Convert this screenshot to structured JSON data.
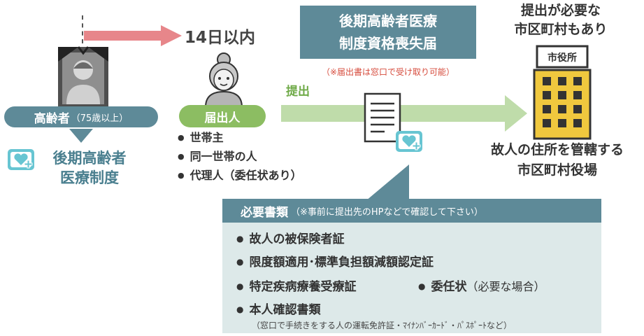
{
  "timeline": {
    "deadline_label": "14日以内"
  },
  "elder": {
    "label": "高齢者",
    "age_note": "（75歳以上）"
  },
  "system": {
    "line1": "後期高齢者",
    "line2": "医療制度"
  },
  "notifier": {
    "label": "届出人",
    "items": [
      "世帯主",
      "同一世帯の人",
      "代理人（委任状あり）"
    ]
  },
  "submission": {
    "action_label": "提出",
    "form_title_line1": "後期高齢者医療",
    "form_title_line2": "制度資格喪失届",
    "form_note": "（※届出書は窓口で受け取り可能）"
  },
  "office": {
    "note_line1": "提出が必要な",
    "note_line2": "市区町村もあり",
    "sign": "市役所",
    "caption_line1": "故人の住所を管轄する",
    "caption_line2": "市区町村役場"
  },
  "requirements": {
    "title": "必要書類",
    "title_note": "（※事前に提出先のHPなどで確認して下さい）",
    "items": [
      "故人の被保険者証",
      "限度額適用･標準負担額減額認定証",
      "特定疾病療養受療証",
      "委任状",
      "本人確認書類"
    ],
    "proxy_note": "（必要な場合）",
    "id_note": "（窓口で手続きをする人の運転免許証・ﾏｲﾅﾝﾊﾞｰｶｰﾄﾞ・ﾊﾟｽﾎﾟｰﾄなど）"
  },
  "colors": {
    "teal": "#5e8a98",
    "green": "#8cbd62",
    "light_green": "#bfdcaa",
    "pink": "#e7868a",
    "note_red": "#d64b3c",
    "panel": "#dde9e9"
  }
}
